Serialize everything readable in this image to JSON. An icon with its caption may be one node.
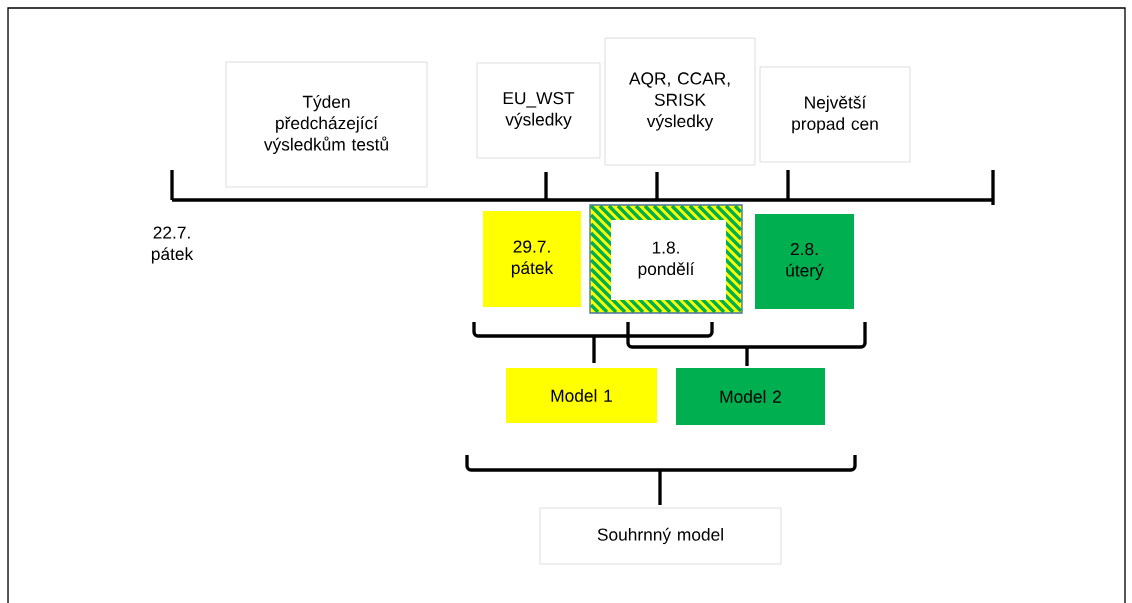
{
  "diagram": {
    "nodes": [
      {
        "text": [
          "Týden předcházející výsledkům testů"
        ]
      },
      {
        "text": [
          "EU_WST výsledky"
        ]
      },
      {
        "text": [
          "AQR, CCAR, SRISK výsledky"
        ]
      },
      {
        "text": [
          "Největší propad cen"
        ]
      },
      {
        "text": [
          "29.7. pátek"
        ]
      },
      {
        "text": [
          "1.8. pondělí"
        ]
      },
      {
        "text": [
          "2.8. úterý"
        ]
      },
      {
        "text": [
          "Model 1"
        ]
      },
      {
        "text": [
          "Model 2"
        ]
      },
      {
        "text": [
          "Souhrnný model"
        ]
      }
    ],
    "labels": [
      "22.7. pátek"
    ]
  }
}
